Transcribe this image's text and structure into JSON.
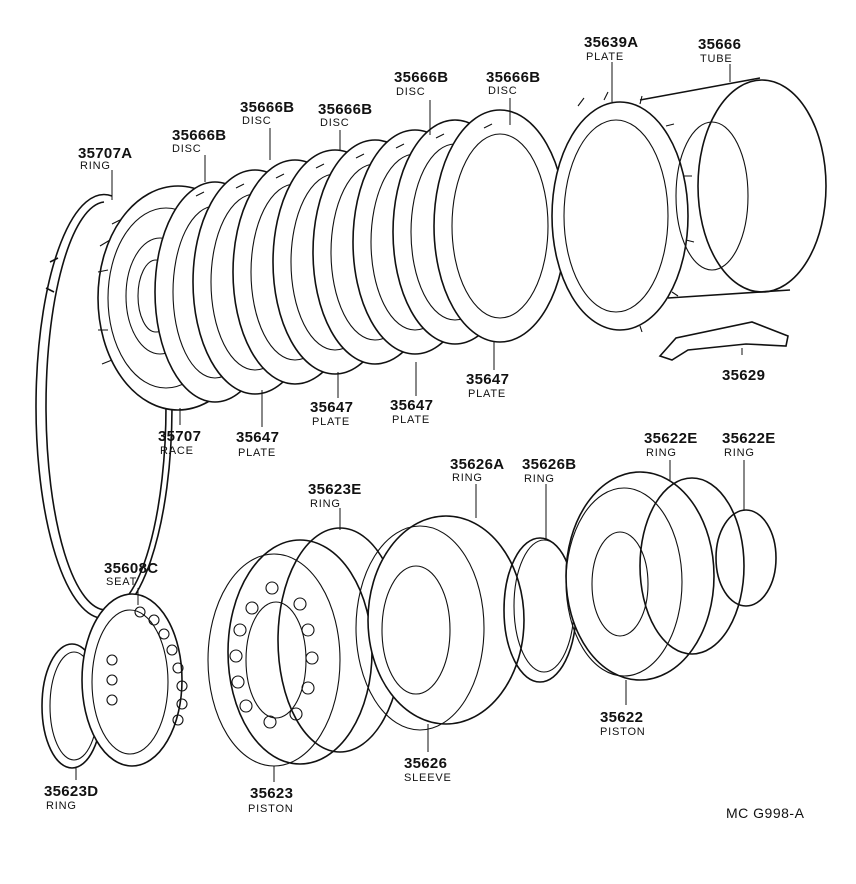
{
  "callouts": [
    {
      "id": "35707A",
      "number": "35707A",
      "name": "RING"
    },
    {
      "id": "35666B_1",
      "number": "35666B",
      "name": "DISC"
    },
    {
      "id": "35666B_2",
      "number": "35666B",
      "name": "DISC"
    },
    {
      "id": "35666B_3",
      "number": "35666B",
      "name": "DISC"
    },
    {
      "id": "35666B_4",
      "number": "35666B",
      "name": "DISC"
    },
    {
      "id": "35666B_5",
      "number": "35666B",
      "name": "DISC"
    },
    {
      "id": "35639A",
      "number": "35639A",
      "name": "PLATE"
    },
    {
      "id": "35666",
      "number": "35666",
      "name": "TUBE"
    },
    {
      "id": "35629",
      "number": "35629",
      "name": ""
    },
    {
      "id": "35707",
      "number": "35707",
      "name": "RACE"
    },
    {
      "id": "35647_1",
      "number": "35647",
      "name": "PLATE"
    },
    {
      "id": "35647_2",
      "number": "35647",
      "name": "PLATE"
    },
    {
      "id": "35647_3",
      "number": "35647",
      "name": "PLATE"
    },
    {
      "id": "35647_4",
      "number": "35647",
      "name": "PLATE"
    },
    {
      "id": "35623E",
      "number": "35623E",
      "name": "RING"
    },
    {
      "id": "35626A",
      "number": "35626A",
      "name": "RING"
    },
    {
      "id": "35626B",
      "number": "35626B",
      "name": "RING"
    },
    {
      "id": "35622E_1",
      "number": "35622E",
      "name": "RING"
    },
    {
      "id": "35622E_2",
      "number": "35622E",
      "name": "RING"
    },
    {
      "id": "35608C",
      "number": "35608C",
      "name": "SEAT"
    },
    {
      "id": "35623D",
      "number": "35623D",
      "name": "RING"
    },
    {
      "id": "35623",
      "number": "35623",
      "name": "PISTON"
    },
    {
      "id": "35626",
      "number": "35626",
      "name": "SLEEVE"
    },
    {
      "id": "35622",
      "number": "35622",
      "name": "PISTON"
    }
  ],
  "diagram_ref": "MC  G998-A"
}
